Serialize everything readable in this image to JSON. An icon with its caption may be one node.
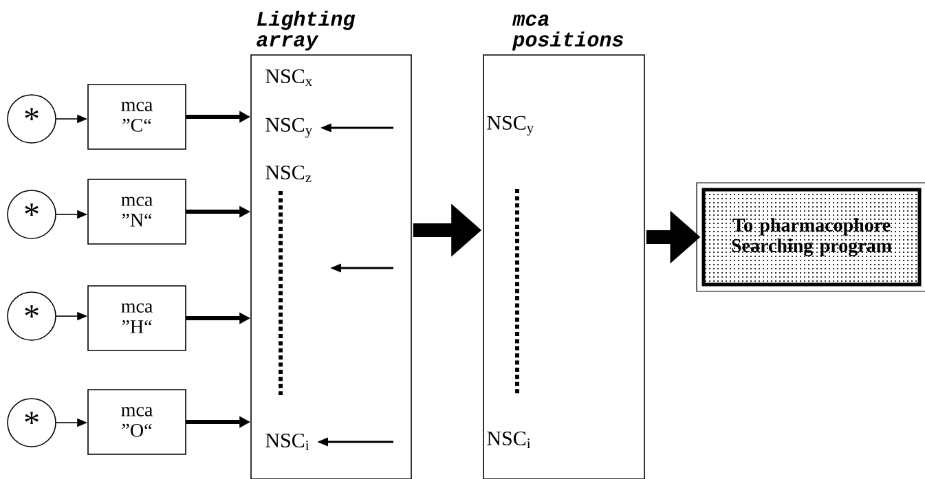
{
  "diagram": {
    "nodes": [
      {
        "text": [
          "*"
        ]
      },
      {
        "text": [
          "*"
        ]
      },
      {
        "text": [
          "*"
        ]
      },
      {
        "text": [
          "*"
        ]
      },
      {
        "text": [
          "mca ”C“"
        ]
      },
      {
        "text": [
          "mca ”N“"
        ]
      },
      {
        "text": [
          "mca ”H“"
        ]
      },
      {
        "text": [
          "mca ”O“"
        ]
      },
      {
        "text": [
          "Lighting array"
        ]
      },
      {
        "text": [
          "NSC$_{x}$"
        ],
        "in": 8
      },
      {
        "text": [
          "NSC$_{y}$"
        ],
        "in": 8
      },
      {
        "text": [
          "NSC$_{z}$"
        ],
        "in": 8
      },
      {
        "text": [
          "NSC$_{i}$"
        ],
        "in": 8
      },
      {
        "text": [
          "mca positions"
        ]
      },
      {
        "text": [
          "NSC$_{y}$"
        ],
        "in": 13
      },
      {
        "text": [
          "NSC$_{i}$"
        ],
        "in": 13
      },
      {
        "text": [
          "To pharmacophore Searching program"
        ]
      }
    ],
    "edges": [
      {
        "from": 0,
        "to": 4,
        "arrow": "to"
      },
      {
        "from": 1,
        "to": 5,
        "arrow": "to"
      },
      {
        "from": 2,
        "to": 6,
        "arrow": "to"
      },
      {
        "from": 3,
        "to": 7,
        "arrow": "to"
      },
      {
        "from": 4,
        "to": 8,
        "arrow": "to",
        "style": "thick"
      },
      {
        "from": 5,
        "to": 8,
        "arrow": "to",
        "style": "thick"
      },
      {
        "from": 6,
        "to": 8,
        "arrow": "to",
        "style": "thick"
      },
      {
        "from": 7,
        "to": 8,
        "arrow": "to",
        "style": "thick"
      },
      {
        "from": null,
        "to": 10,
        "arrow": "to"
      },
      {
        "from": null,
        "to": 12,
        "arrow": "to"
      },
      {
        "from": 8,
        "to": 13,
        "arrow": "to",
        "style": "thick"
      },
      {
        "from": 13,
        "to": 16,
        "arrow": "to",
        "style": "thick"
      }
    ]
  }
}
